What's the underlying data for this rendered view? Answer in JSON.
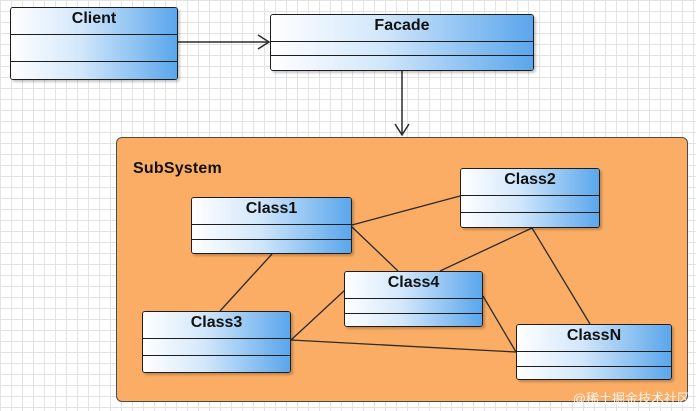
{
  "classes": {
    "client": {
      "name": "Client"
    },
    "facade": {
      "name": "Facade"
    },
    "class1": {
      "name": "Class1"
    },
    "class2": {
      "name": "Class2"
    },
    "class3": {
      "name": "Class3"
    },
    "class4": {
      "name": "Class4"
    },
    "classn": {
      "name": "ClassN"
    }
  },
  "subsystem": {
    "label": "SubSystem"
  },
  "relations": [
    {
      "from": "Client",
      "to": "Facade",
      "kind": "association-arrow"
    },
    {
      "from": "Facade",
      "to": "SubSystem",
      "kind": "association-arrow"
    },
    {
      "from": "Class1",
      "to": "Class2",
      "kind": "link"
    },
    {
      "from": "Class1",
      "to": "Class4",
      "kind": "link"
    },
    {
      "from": "Class1",
      "to": "Class3",
      "kind": "link"
    },
    {
      "from": "Class2",
      "to": "Class4",
      "kind": "link"
    },
    {
      "from": "Class2",
      "to": "ClassN",
      "kind": "link"
    },
    {
      "from": "Class4",
      "to": "Class3",
      "kind": "link"
    },
    {
      "from": "Class4",
      "to": "ClassN",
      "kind": "link"
    },
    {
      "from": "Class3",
      "to": "ClassN",
      "kind": "link"
    }
  ],
  "colors": {
    "subsystem_fill": "#fbad65",
    "class_gradient_end": "#5aa6ec",
    "line": "#2b2b2b"
  },
  "watermark": "@稀土掘金技术社区"
}
